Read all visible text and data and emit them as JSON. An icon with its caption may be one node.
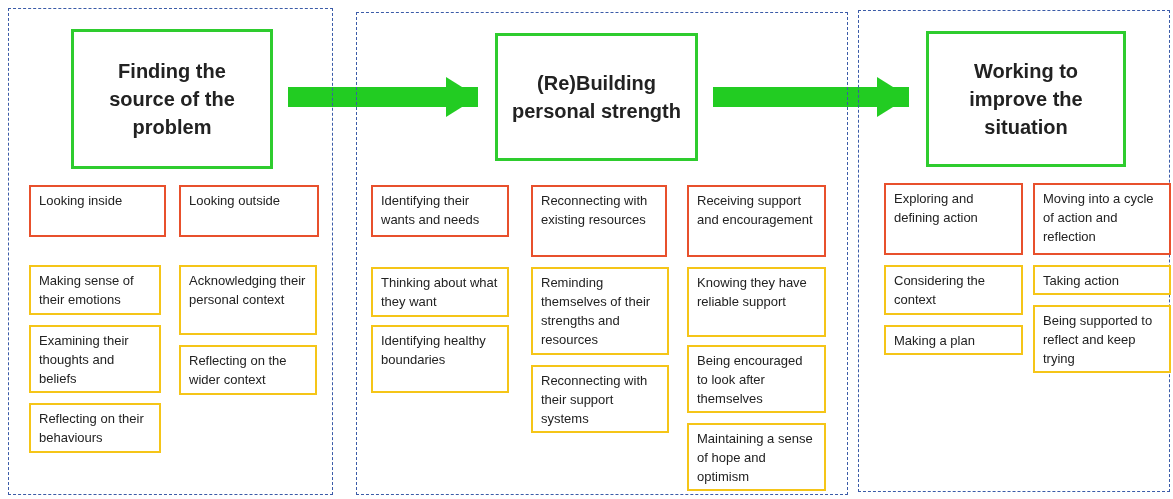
{
  "diagram": {
    "nodes": [
      {
        "text": [],
        "shape": "box"
      },
      {
        "text": [
          "Finding the source of the problem"
        ],
        "in": 0
      },
      {
        "text": [
          "Looking inside"
        ],
        "in": 0
      },
      {
        "text": [
          "Looking outside"
        ],
        "in": 0
      },
      {
        "text": [
          "Making sense of their emotions"
        ],
        "in": 0
      },
      {
        "text": [
          "Examining their thoughts and beliefs"
        ],
        "in": 0
      },
      {
        "text": [
          "Reflecting on their behaviours"
        ],
        "in": 0
      },
      {
        "text": [
          "Acknowledging their personal context"
        ],
        "in": 0
      },
      {
        "text": [
          "Reflecting on the wider context"
        ],
        "in": 0
      },
      {
        "text": [],
        "shape": "box"
      },
      {
        "text": [
          "(Re)Building personal strength"
        ],
        "in": 9
      },
      {
        "text": [
          "Identifying their wants and needs"
        ],
        "in": 9
      },
      {
        "text": [
          "Reconnecting with existing resources"
        ],
        "in": 9
      },
      {
        "text": [
          "Receiving support and encouragement"
        ],
        "in": 9
      },
      {
        "text": [
          "Thinking about what they want"
        ],
        "in": 9
      },
      {
        "text": [
          "Identifying healthy boundaries"
        ],
        "in": 9
      },
      {
        "text": [
          "Reminding themselves of their strengths and resources"
        ],
        "in": 9
      },
      {
        "text": [
          "Reconnecting with their support systems"
        ],
        "in": 9
      },
      {
        "text": [
          "Knowing they have reliable support"
        ],
        "in": 9
      },
      {
        "text": [
          "Being encouraged to look after themselves"
        ],
        "in": 9
      },
      {
        "text": [
          "Maintaining a sense of hope and optimism"
        ],
        "in": 9
      },
      {
        "text": [],
        "shape": "box"
      },
      {
        "text": [
          "Working to improve the situation"
        ],
        "in": 21
      },
      {
        "text": [
          "Exploring and defining action"
        ],
        "in": 21
      },
      {
        "text": [
          "Moving into a cycle of action and reflection"
        ],
        "in": 21
      },
      {
        "text": [
          "Considering the context"
        ],
        "in": 21
      },
      {
        "text": [
          "Making a plan"
        ],
        "in": 21
      },
      {
        "text": [
          "Taking action"
        ],
        "in": 21
      },
      {
        "text": [
          "Being supported to reflect and keep trying"
        ],
        "in": 21
      }
    ],
    "edges": [
      {
        "from": 1,
        "to": 10,
        "arrow": "to"
      },
      {
        "from": 10,
        "to": 22,
        "arrow": "to"
      }
    ]
  }
}
